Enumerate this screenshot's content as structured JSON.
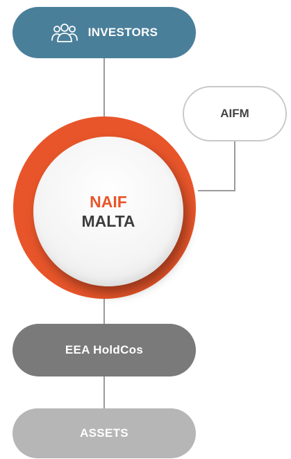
{
  "nodes": {
    "investors": {
      "label": "INVESTORS",
      "icon": "group-people-icon"
    },
    "aifm": {
      "label": "AIFM"
    },
    "naif": {
      "line1": "NAIF",
      "line2": "MALTA"
    },
    "holdcos": {
      "label": "EEA HoldCos"
    },
    "assets": {
      "label": "ASSETS"
    }
  },
  "colors": {
    "investors": "#4a7f9a",
    "accent": "#e8552a",
    "holdcos": "#7a7a7a",
    "assets": "#b6b6b6",
    "connector": "#9a9a9a"
  }
}
